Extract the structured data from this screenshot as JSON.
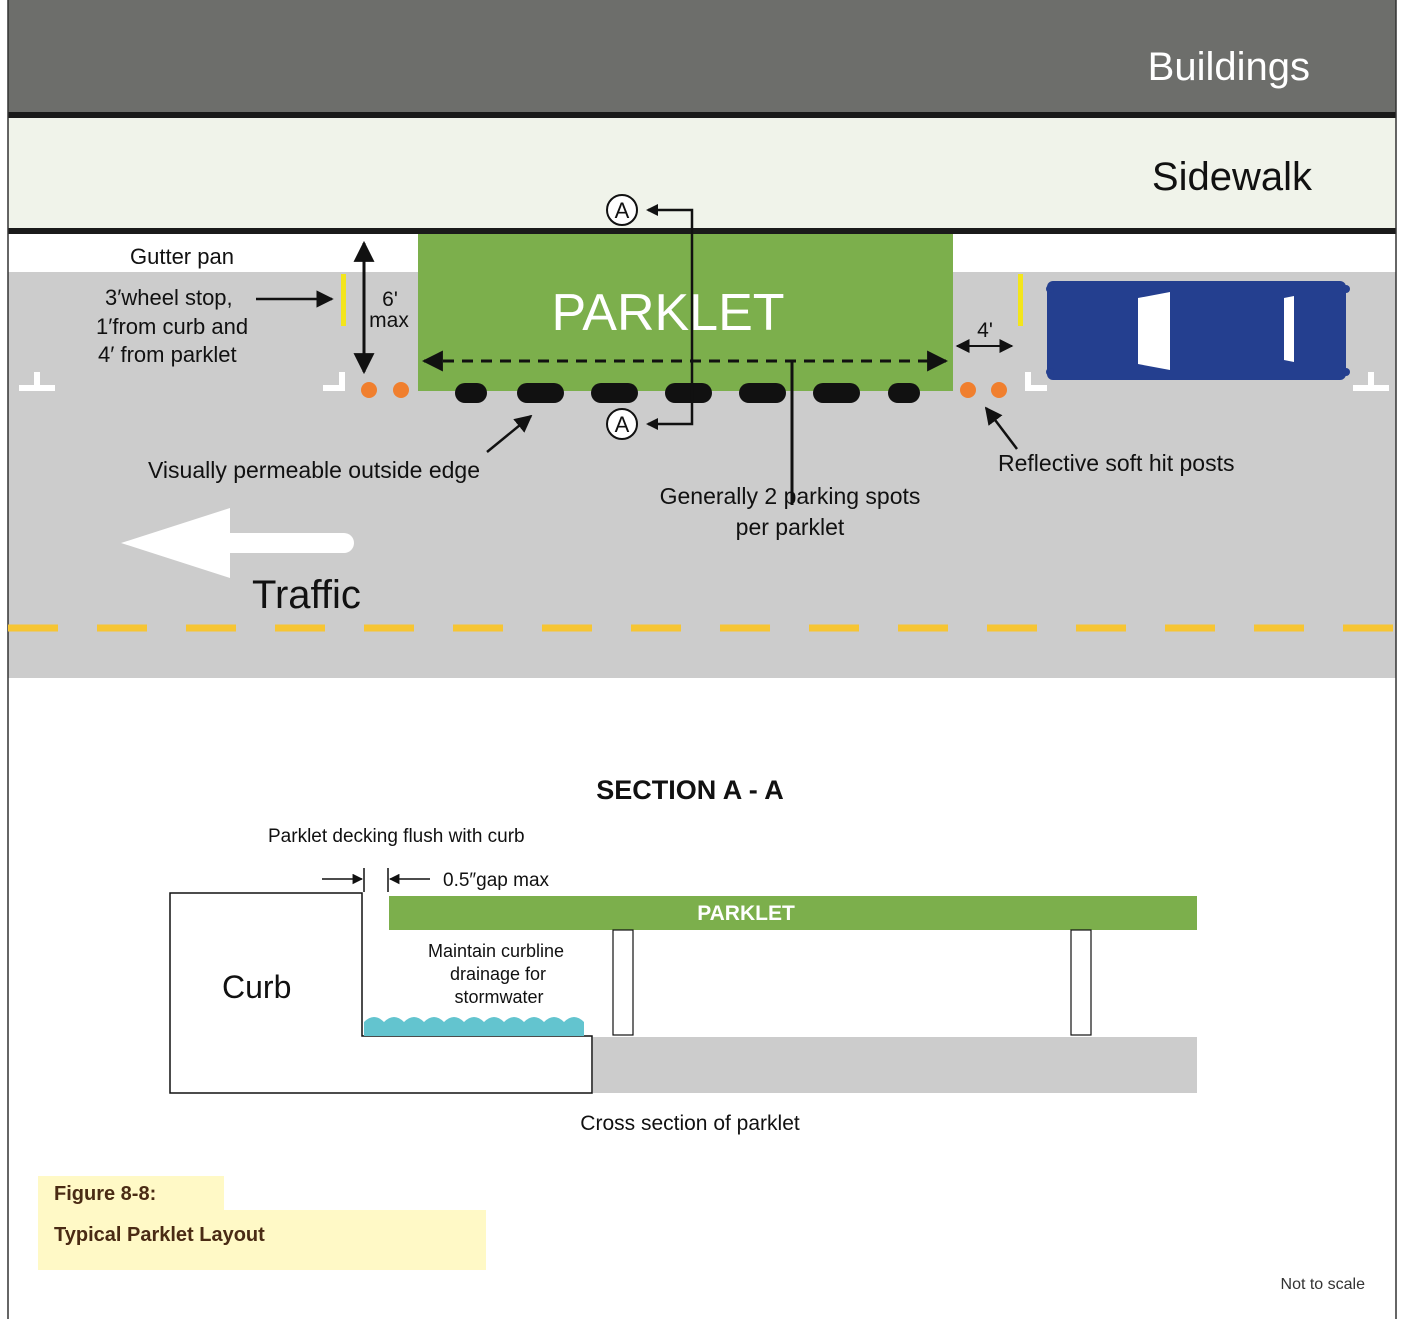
{
  "plan": {
    "buildings_label": "Buildings",
    "sidewalk_label": "Sidewalk",
    "gutter_label": "Gutter pan",
    "parklet_label": "PARKLET",
    "wheel_stop_line1": "3′wheel stop,",
    "wheel_stop_line2": "1′from curb and",
    "wheel_stop_line3": "4′ from parklet",
    "max_width_value": "6'",
    "max_width_unit": "max",
    "buffer_value": "4'",
    "section_marker": "A",
    "edge_label": "Visually permeable outside edge",
    "spots_line1": "Generally 2 parking spots",
    "spots_line2": "per parklet",
    "posts_label": "Reflective soft hit posts",
    "traffic_label": "Traffic"
  },
  "section": {
    "title": "SECTION A - A",
    "decking_note": "Parklet decking flush with curb",
    "gap_note": "0.5″gap max",
    "parklet_label": "PARKLET",
    "curb_label": "Curb",
    "drainage_line1": "Maintain curbline",
    "drainage_line2": "drainage for",
    "drainage_line3": "stormwater",
    "caption": "Cross section of parklet"
  },
  "figure": {
    "number": "Figure 8-8:",
    "title": "Typical Parklet Layout",
    "scale_note": "Not to scale"
  },
  "colors": {
    "buildings": "#6d6e6b",
    "sidewalk": "#f0f3ea",
    "road": "#cccccc",
    "parklet": "#7caf4c",
    "car": "#243f8f",
    "post": "#f07f2e",
    "wheel_stop": "#f3e51b",
    "lane_line": "#f6c533",
    "water": "#63c4cf",
    "caption_bg": "#fff9c6"
  }
}
